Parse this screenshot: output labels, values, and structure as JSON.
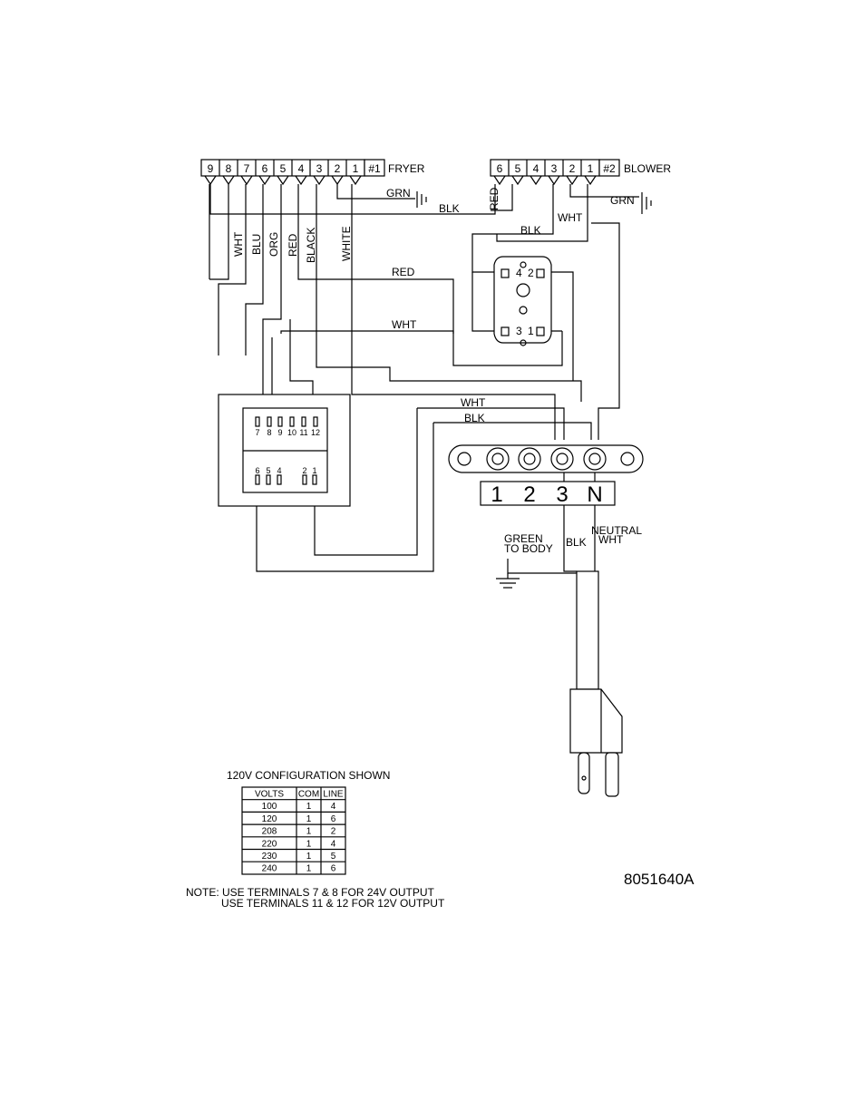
{
  "fryer": {
    "terminals": [
      "9",
      "8",
      "7",
      "6",
      "5",
      "4",
      "3",
      "2",
      "1"
    ],
    "id": "#1",
    "name": "FRYER"
  },
  "blower": {
    "terminals": [
      "6",
      "5",
      "4",
      "3",
      "2",
      "1"
    ],
    "id": "#2",
    "name": "BLOWER"
  },
  "wires": {
    "grn": "GRN",
    "blk": "BLK",
    "red": "RED",
    "wht": "WHT",
    "blu": "BLU",
    "org": "ORG",
    "black": "BLACK",
    "white": "WHITE"
  },
  "relay": {
    "pins": [
      "4",
      "2",
      "3",
      "1"
    ]
  },
  "transformer": {
    "top_terminals": [
      "7",
      "8",
      "9",
      "10",
      "11",
      "12"
    ],
    "bottom_terminals": [
      "6",
      "5",
      "4",
      "2",
      "1"
    ]
  },
  "terminal_block": {
    "labels": [
      "1",
      "2",
      "3",
      "N"
    ]
  },
  "cord": {
    "ground_label_line1": "GREEN",
    "ground_label_line2": "TO BODY",
    "blk_label": "BLK",
    "neutral_line1": "NEUTRAL",
    "neutral_line2": "WHT"
  },
  "config_table": {
    "caption": "120V CONFIGURATION SHOWN",
    "headers": [
      "VOLTS",
      "COM",
      "LINE"
    ],
    "rows": [
      [
        "100",
        "1",
        "4"
      ],
      [
        "120",
        "1",
        "6"
      ],
      [
        "208",
        "1",
        "2"
      ],
      [
        "220",
        "1",
        "4"
      ],
      [
        "230",
        "1",
        "5"
      ],
      [
        "240",
        "1",
        "6"
      ]
    ]
  },
  "note": {
    "line1": "NOTE:  USE TERMINALS 7 & 8 FOR 24V OUTPUT",
    "line2": "USE TERMINALS 11 & 12 FOR 12V OUTPUT"
  },
  "drawing_number": "8051640A"
}
